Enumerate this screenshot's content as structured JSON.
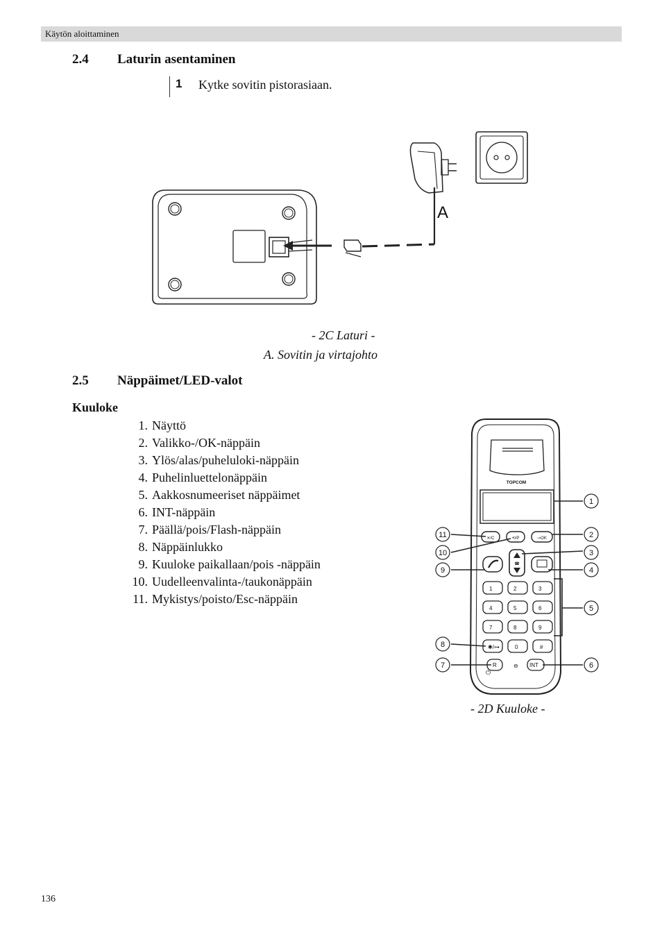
{
  "header": {
    "running_title": "Käytön aloittaminen"
  },
  "section_24": {
    "number": "2.4",
    "title": "Laturin asentaminen"
  },
  "step": {
    "number": "1",
    "text": "Kytke sovitin pistorasiaan."
  },
  "charger_figure": {
    "label_a": "A",
    "caption": "- 2C Laturi -",
    "legend": "A.  Sovitin ja virtajohto"
  },
  "section_25": {
    "number": "2.5",
    "title": "Näppäimet/LED-valot"
  },
  "handset": {
    "label": "Kuuloke",
    "items": [
      {
        "num": "1.",
        "text": "Näyttö"
      },
      {
        "num": "2.",
        "text": "Valikko-/OK-näppäin"
      },
      {
        "num": "3.",
        "text": "Ylös/alas/puheluloki-näppäin"
      },
      {
        "num": "4.",
        "text": "Puhelinluettelonäppäin"
      },
      {
        "num": "5.",
        "text": "Aakkosnumeeriset näppäimet"
      },
      {
        "num": "6.",
        "text": "INT-näppäin"
      },
      {
        "num": "7.",
        "text": "Päällä/pois/Flash-näppäin"
      },
      {
        "num": "8.",
        "text": "Näppäinlukko"
      },
      {
        "num": "9.",
        "text": "Kuuloke paikallaan/pois -näppäin"
      },
      {
        "num": "10.",
        "text": "Uudelleenvalinta-/taukonäppäin"
      },
      {
        "num": "11.",
        "text": "Mykistys/poisto/Esc-näppäin"
      }
    ]
  },
  "phone_figure": {
    "brand": "TOPCOM",
    "callouts": [
      "1",
      "2",
      "3",
      "4",
      "5",
      "6",
      "7",
      "8",
      "9",
      "10",
      "11"
    ],
    "keys": {
      "k1": "1",
      "k2": "2",
      "k3": "3",
      "k4": "4",
      "k5": "5",
      "k6": "6",
      "k7": "7",
      "k8": "8",
      "k9": "9",
      "k0": "0",
      "hash": "#",
      "r": "R",
      "int": "INT"
    },
    "caption": "- 2D Kuuloke -"
  },
  "footer": {
    "page_number": "136"
  }
}
